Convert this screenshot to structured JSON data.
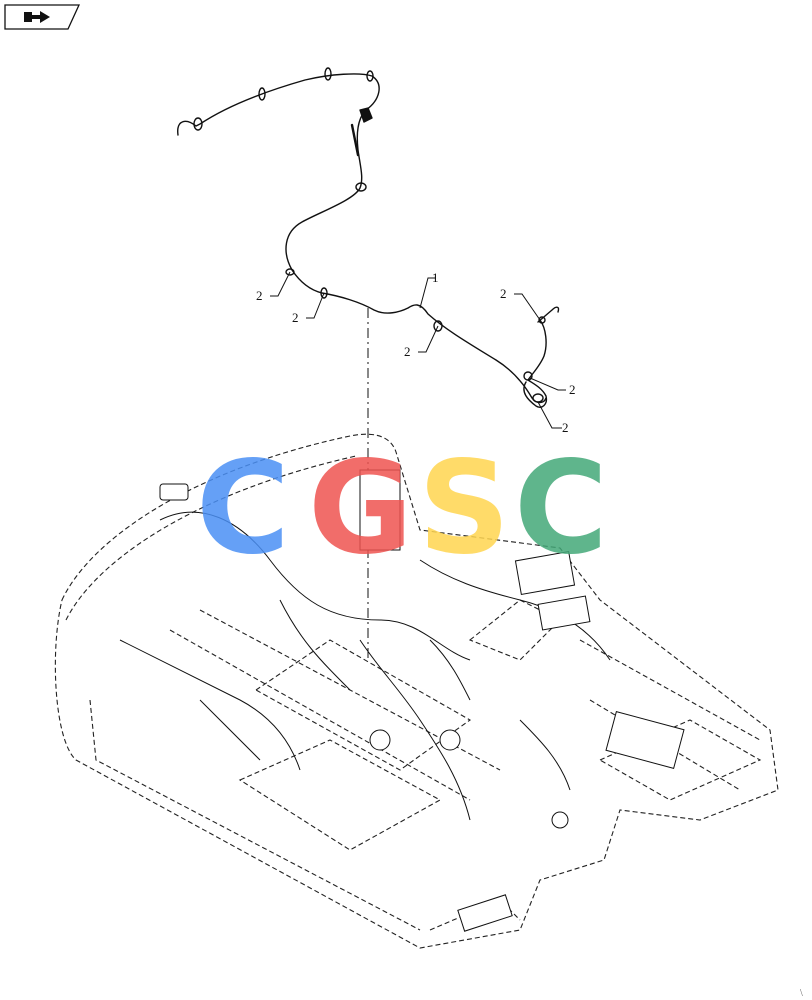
{
  "navigation": {
    "icon": "back-arrow-icon"
  },
  "callouts": {
    "c1": "1",
    "c2a": "2",
    "c2b": "2",
    "c2c": "2",
    "c2d": "2",
    "c2e": "2",
    "c2f": "2"
  },
  "watermark": {
    "letters": [
      "C",
      "G",
      "S",
      "C"
    ],
    "colors": [
      "#4a8ff5",
      "#ef5350",
      "#ffd54f",
      "#43a878"
    ]
  },
  "colors": {
    "line": "#111111",
    "background": "#ffffff"
  }
}
